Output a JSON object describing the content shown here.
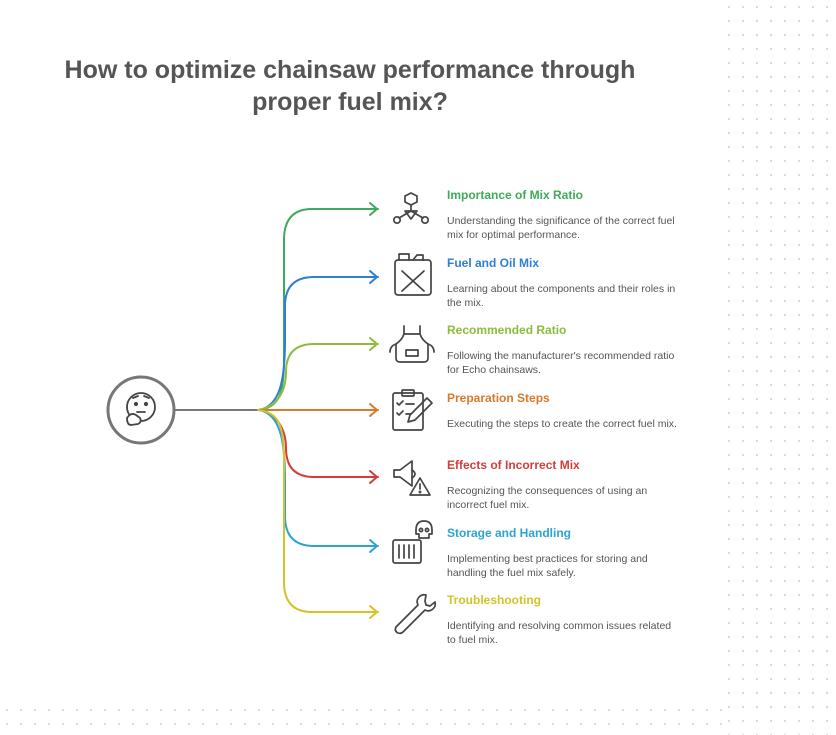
{
  "title": {
    "line1": "How to optimize chainsaw performance through",
    "line2": "proper fuel mix?"
  },
  "center_icon": "thinking-face-icon",
  "items": [
    {
      "title": "Importance of Mix Ratio",
      "description": "Understanding the significance of the correct fuel mix for optimal performance.",
      "color": "#3daa5c",
      "icon": "molecule-network-icon"
    },
    {
      "title": "Fuel and Oil Mix",
      "description": "Learning about the components and their roles in the mix.",
      "color": "#2f7fd6",
      "icon": "fuel-canister-icon"
    },
    {
      "title": "Recommended Ratio",
      "description": "Following the manufacturer's recommended ratio for Echo chainsaws.",
      "color": "#8dbd3a",
      "icon": "apron-icon"
    },
    {
      "title": "Preparation Steps",
      "description": "Executing the steps to create the correct fuel mix.",
      "color": "#d9792a",
      "icon": "clipboard-checklist-icon"
    },
    {
      "title": "Effects of Incorrect Mix",
      "description": "Recognizing the consequences of using an incorrect fuel mix.",
      "color": "#d63b3b",
      "icon": "speaker-warning-icon"
    },
    {
      "title": "Storage and Handling",
      "description": "Implementing best practices for storing and handling the fuel mix safely.",
      "color": "#2ba4d4",
      "icon": "toxic-container-skull-icon"
    },
    {
      "title": "Troubleshooting",
      "description": "Identifying and resolving common issues related to fuel mix.",
      "color": "#d4c227",
      "icon": "wrench-icon"
    }
  ]
}
